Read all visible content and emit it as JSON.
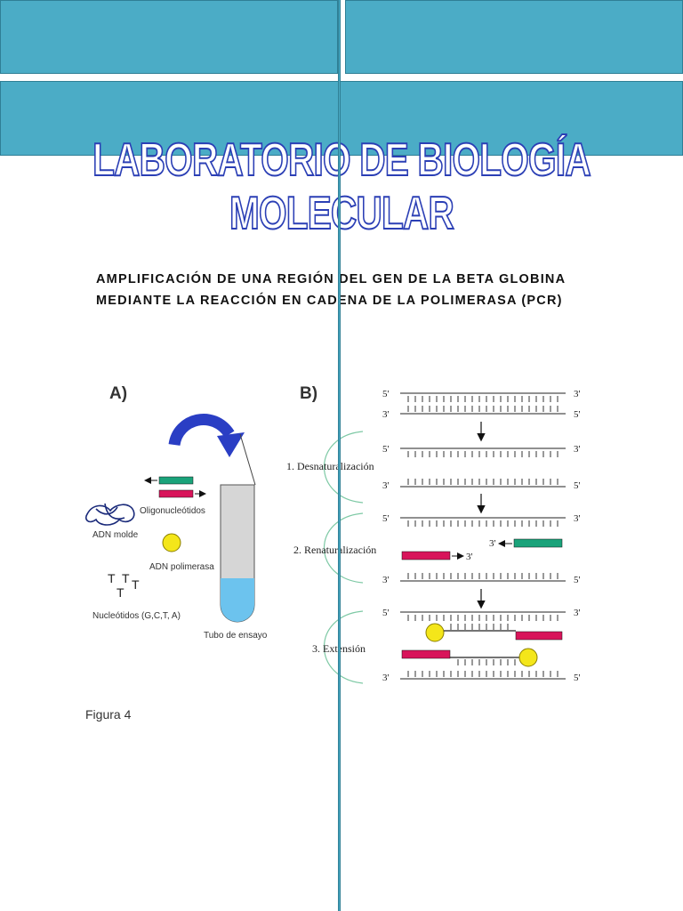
{
  "document": {
    "title": "LABORATORIO DE BIOLOGÍA MOLECULAR",
    "subtitle_line1": "AMPLIFICACIÓN DE UNA REGIÓN DEL GEN DE LA BETA GLOBINA",
    "subtitle_line2": "MEDIANTE LA REACCIÓN EN CADENA DE LA POLIMERASA (PCR)"
  },
  "figure": {
    "panel_a_label": "A)",
    "panel_b_label": "B)",
    "oligos_label": "Oligonucleótidos",
    "template_label": "ADN molde",
    "polymerase_label": "ADN polimerasa",
    "nucleotides_label": "Nucleótidos (G,C,T, A)",
    "tube_label": "Tubo de ensayo",
    "step1_label": "1. Desnaturalización",
    "step2_label": "2. Renaturalización",
    "step3_label": "3. Extensión",
    "five_prime": "5'",
    "three_prime": "3'",
    "caption": "Figura 4",
    "colors": {
      "primer_green": "#1aa37a",
      "primer_red": "#d8145a",
      "polymerase_yellow": "#f4e61a",
      "arrow_blue": "#2a3ec4",
      "tube_liquid": "#6cc3ee"
    }
  }
}
